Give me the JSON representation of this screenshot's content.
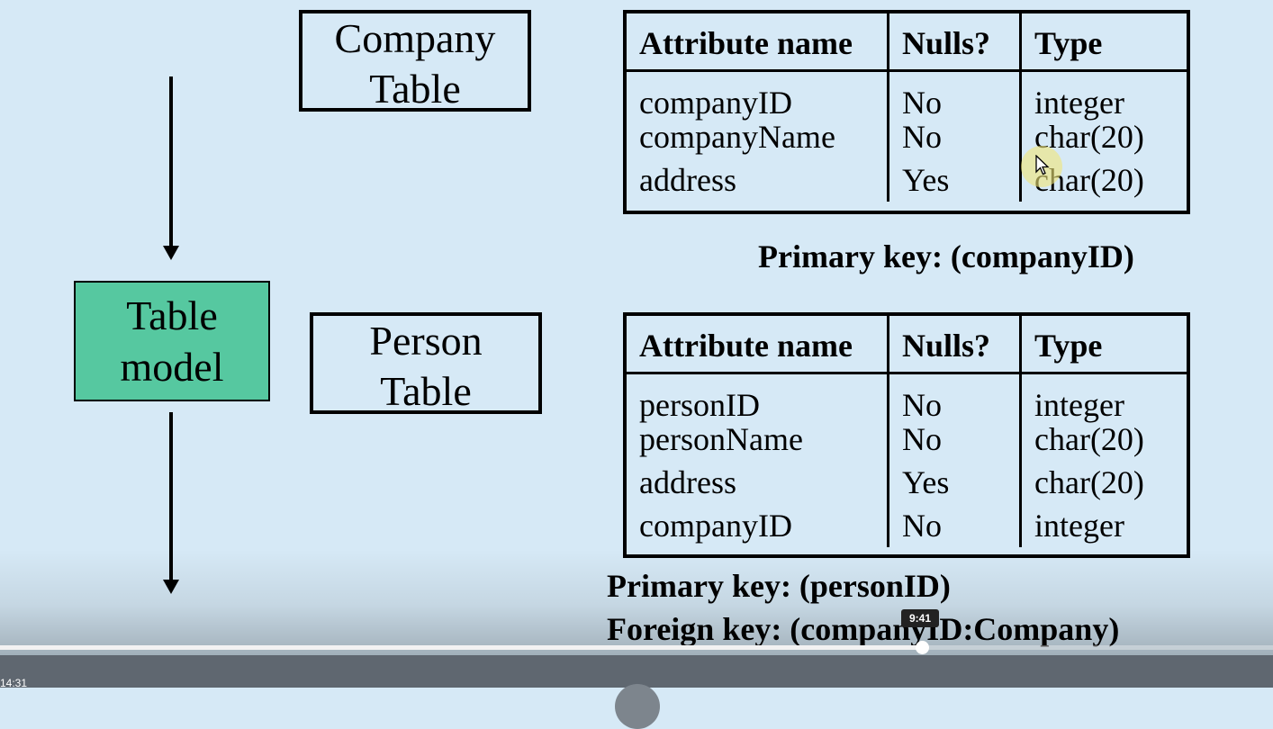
{
  "diagram": {
    "company_box": {
      "line1": "Company",
      "line2": "Table"
    },
    "model_box": {
      "line1": "Table",
      "line2": "model"
    },
    "person_box": {
      "line1": "Person",
      "line2": "Table"
    }
  },
  "company_table": {
    "headers": [
      "Attribute name",
      "Nulls?",
      "Type"
    ],
    "rows": [
      [
        "companyID",
        "No",
        "integer"
      ],
      [
        "companyName",
        "No",
        "char(20)"
      ],
      [
        "address",
        "Yes",
        "char(20)"
      ]
    ],
    "primary_key": "Primary key: (companyID)"
  },
  "person_table": {
    "headers": [
      "Attribute name",
      "Nulls?",
      "Type"
    ],
    "rows": [
      [
        "personID",
        "No",
        "integer"
      ],
      [
        "personName",
        "No",
        "char(20)"
      ],
      [
        "address",
        "Yes",
        "char(20)"
      ],
      [
        "companyID",
        "No",
        "integer"
      ]
    ],
    "primary_key": "Primary key: (personID)",
    "foreign_key": "Foreign key: (companyID:Company)"
  },
  "player": {
    "hover_time": "9:41",
    "elapsed_time": "14:31",
    "progress_fraction": 0.724,
    "accent_color": "#f2f2f2"
  }
}
